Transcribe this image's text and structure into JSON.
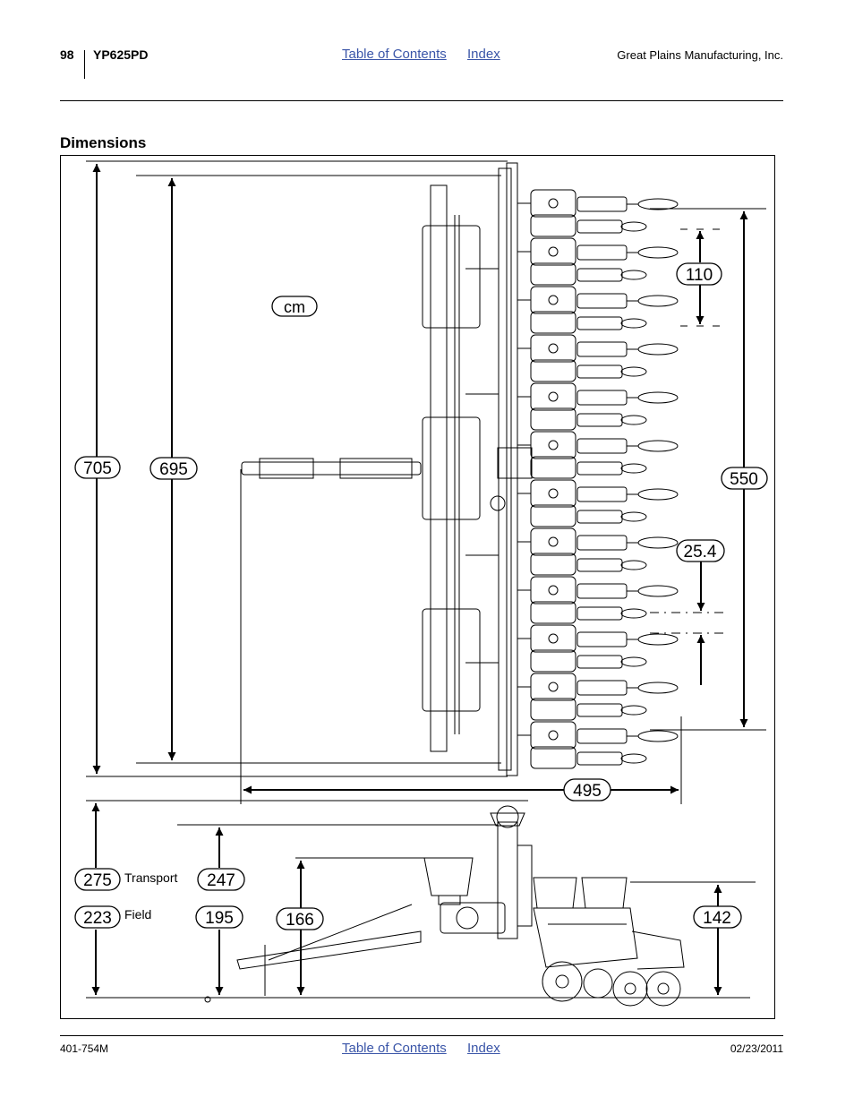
{
  "header": {
    "page_number": "98",
    "model": "YP625PD",
    "toc_link": "Table of Contents",
    "index_link": "Index",
    "company": "Great Plains Manufacturing, Inc."
  },
  "section": {
    "title": "Dimensions"
  },
  "figure": {
    "unit_label": "cm",
    "top_view": {
      "overall_width": "705",
      "frame_width": "695",
      "row_span": "550",
      "row_spacing": "110",
      "offset": "25.4",
      "length": "495"
    },
    "side_view": {
      "height_transport": "275",
      "height_field": "223",
      "transport_label": "Transport",
      "field_label": "Field",
      "height_247": "247",
      "height_195": "195",
      "height_166": "166",
      "height_142": "142"
    }
  },
  "footer": {
    "doc_number": "401-754M",
    "toc_link": "Table of Contents",
    "index_link": "Index",
    "date": "02/23/2011"
  }
}
